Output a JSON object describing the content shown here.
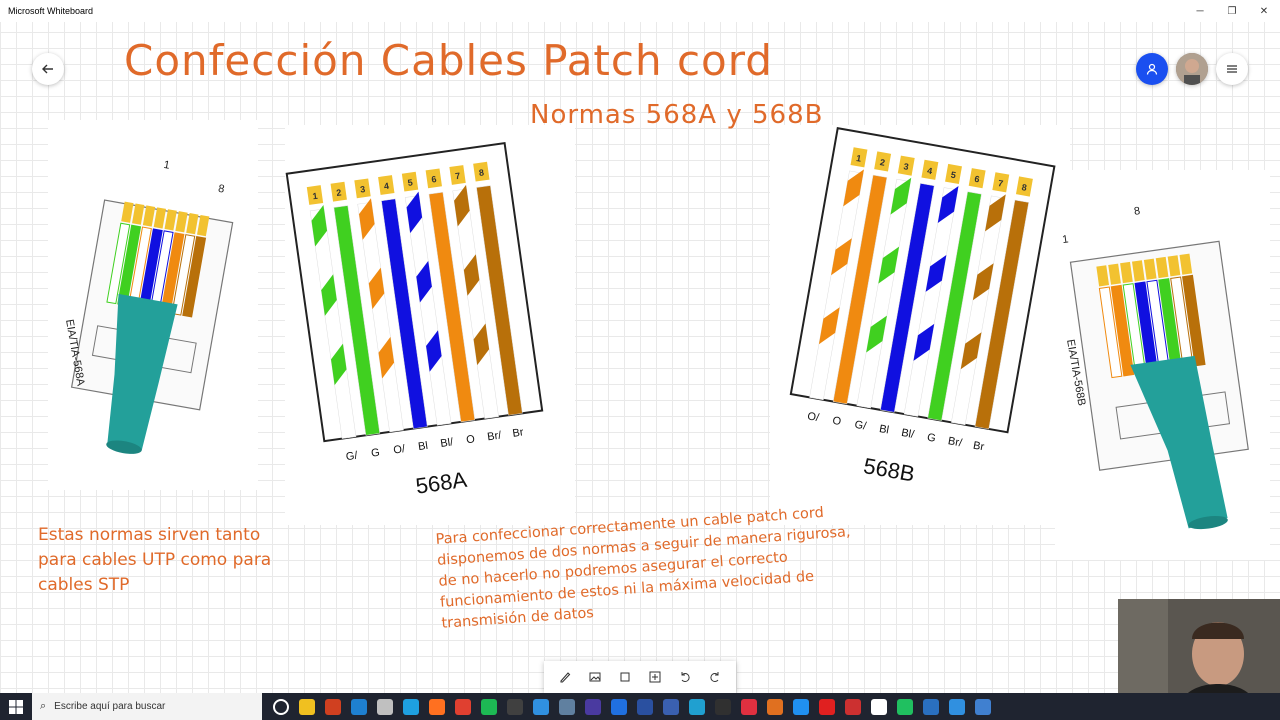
{
  "window": {
    "app_title": "Microsoft Whiteboard",
    "minimize_label": "─",
    "restore_label": "❐",
    "close_label": "✕"
  },
  "board": {
    "title": "Confección Cables Patch cord",
    "subtitle": "Normas 568A y 568B",
    "note_left": "Estas normas sirven tanto para cables UTP como para cables STP",
    "note_center": "Para confeccionar correctamente un cable patch cord disponemos de dos normas a seguir de manera rigurosa, de no hacerlo no podremos asegurar el correcto funcionamiento de estos ni la máxima velocidad de transmisión de datos"
  },
  "diagram_568a": {
    "standard": "568A",
    "pins": [
      "1",
      "2",
      "3",
      "4",
      "5",
      "6",
      "7",
      "8"
    ],
    "wire_labels": [
      "G/",
      "G",
      "O/",
      "Bl",
      "Bl/",
      "O",
      "Br/",
      "Br"
    ],
    "colors": [
      "#40d020",
      "#40d020",
      "#f08a10",
      "#1010e0",
      "#1010e0",
      "#f08a10",
      "#b8700a",
      "#b8700a"
    ],
    "striped": [
      true,
      false,
      true,
      false,
      true,
      false,
      true,
      false
    ]
  },
  "diagram_568b": {
    "standard": "568B",
    "pins": [
      "1",
      "2",
      "3",
      "4",
      "5",
      "6",
      "7",
      "8"
    ],
    "wire_labels": [
      "O/",
      "O",
      "G/",
      "Bl",
      "Bl/",
      "G",
      "Br/",
      "Br"
    ],
    "colors": [
      "#f08a10",
      "#f08a10",
      "#40d020",
      "#1010e0",
      "#1010e0",
      "#40d020",
      "#b8700a",
      "#b8700a"
    ],
    "striped": [
      true,
      false,
      true,
      false,
      true,
      false,
      true,
      false
    ]
  },
  "plug_left": {
    "label": "EIA/TIA-568A",
    "pin_first": "1",
    "pin_last": "8"
  },
  "plug_right": {
    "label": "EIA/TIA-568B",
    "pin_first": "1",
    "pin_last": "8"
  },
  "taskbar": {
    "search_placeholder": "Escribe aquí para buscar",
    "app_colors": [
      "#ffffff",
      "#f0c020",
      "#d04020",
      "#1e80d0",
      "#c0c0c0",
      "#1ea0e0",
      "#ff7020",
      "#e04030",
      "#1db954",
      "#404040",
      "#3090e0",
      "#6080a0",
      "#4a3aa0",
      "#2070e0",
      "#2a50a0",
      "#3a60b0",
      "#20a0d0",
      "#303030",
      "#e03040",
      "#e07020",
      "#2090f0",
      "#e02020",
      "#cc3030",
      "#ffffff",
      "#20c060",
      "#2a70c0",
      "#3090e0",
      "#4080d0"
    ]
  },
  "icons": {
    "back": "back-arrow-icon",
    "user": "user-icon",
    "menu": "hamburger-menu-icon"
  }
}
